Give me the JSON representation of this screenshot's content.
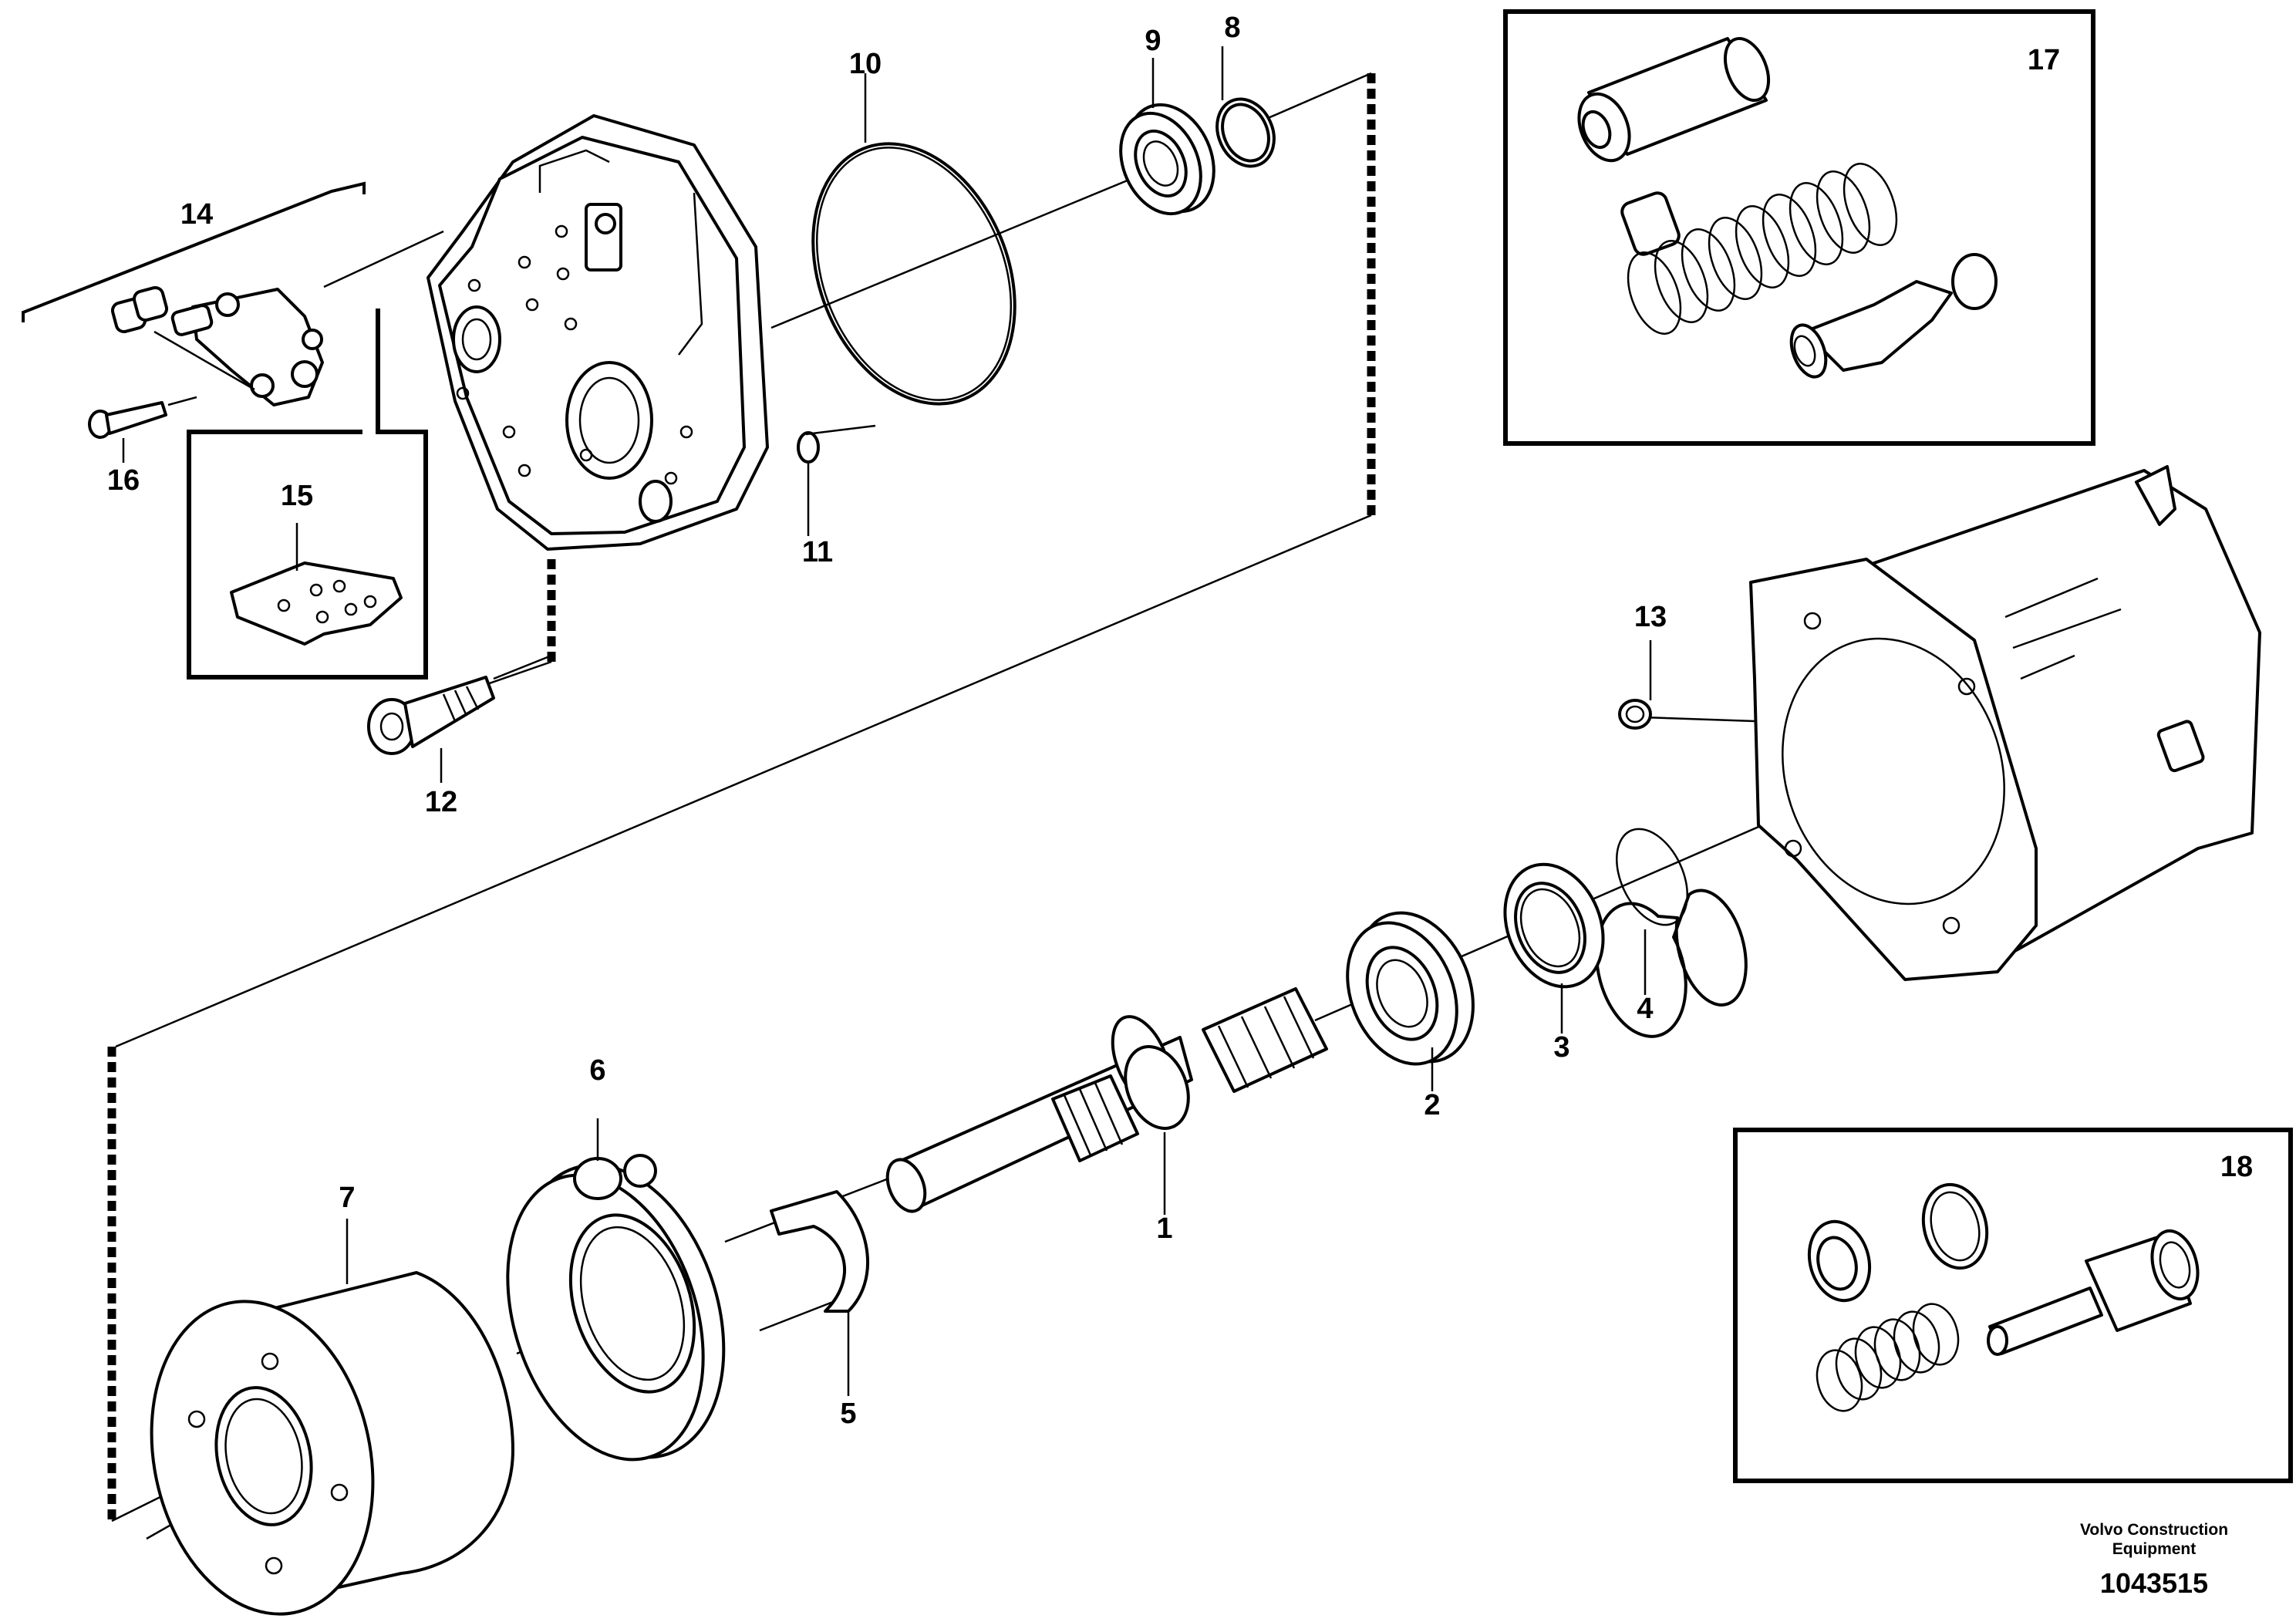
{
  "callouts": {
    "c1": "1",
    "c2": "2",
    "c3": "3",
    "c4": "4",
    "c5": "5",
    "c6": "6",
    "c7": "7",
    "c8": "8",
    "c9": "9",
    "c10": "10",
    "c11": "11",
    "c12": "12",
    "c13": "13",
    "c14": "14",
    "c15": "15",
    "c16": "16",
    "c17": "17",
    "c18": "18"
  },
  "footer": {
    "company_line1": "Volvo Construction",
    "company_line2": "Equipment",
    "document_number": "1043515"
  }
}
